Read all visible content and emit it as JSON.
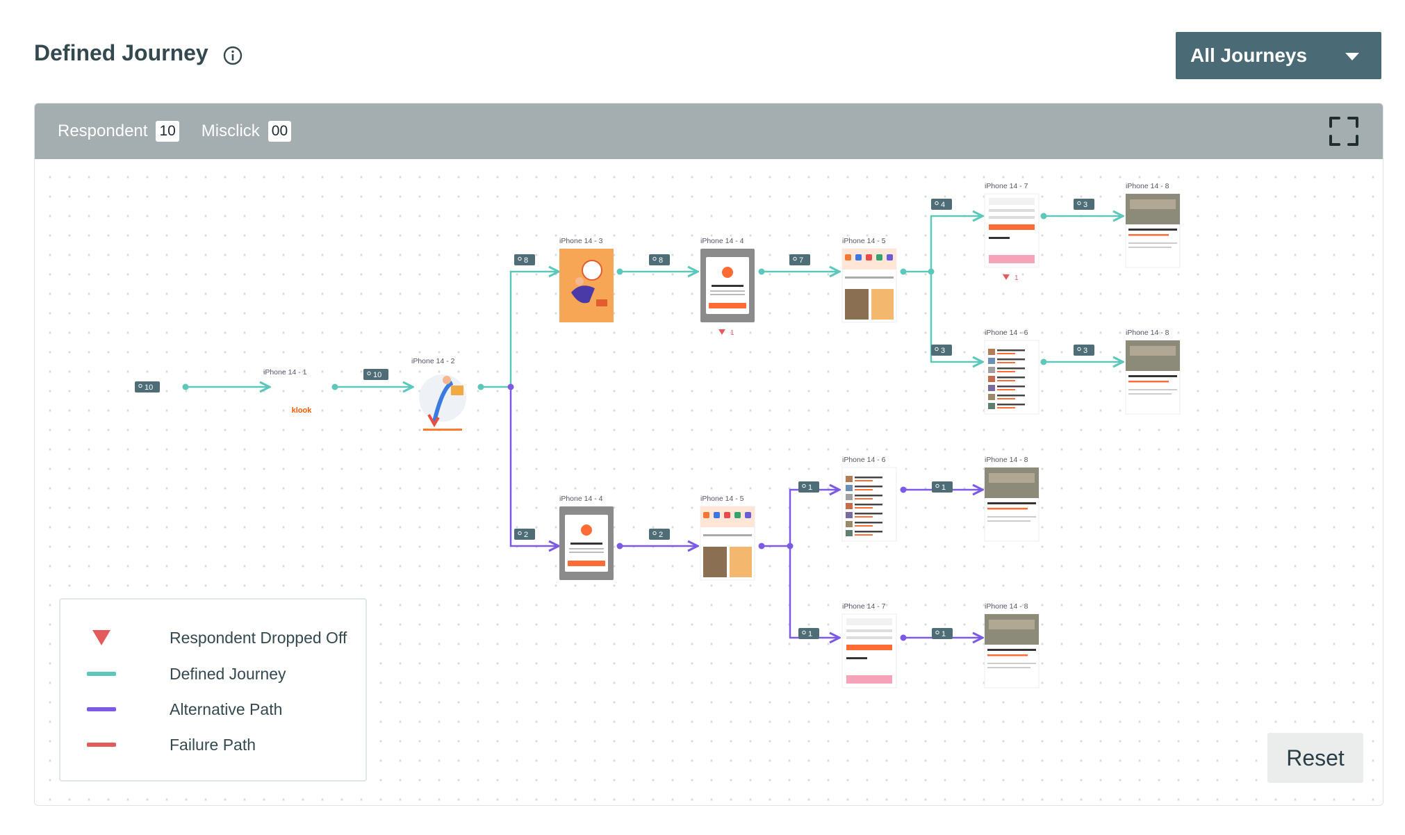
{
  "header": {
    "title": "Defined Journey",
    "filter_label": "All Journeys"
  },
  "stats": {
    "respondent_label": "Respondent",
    "respondent_count": "10",
    "misclick_label": "Misclick",
    "misclick_count": "00"
  },
  "legend": {
    "dropped_off": "Respondent Dropped Off",
    "defined_journey": "Defined Journey",
    "alternative_path": "Alternative Path",
    "failure_path": "Failure Path"
  },
  "reset_label": "Reset",
  "colors": {
    "defined": "#5cc8bb",
    "alternative": "#7d5ae6",
    "failure": "#e35b5b",
    "badge": "#4e6d77",
    "header_bar": "#a4adaf",
    "dropdown": "#4a6b75"
  },
  "nodes": [
    {
      "id": "n1",
      "label": "iPhone 14 - 1",
      "thumb": "klook"
    },
    {
      "id": "n2",
      "label": "iPhone 14 - 2",
      "thumb": "illustration"
    },
    {
      "id": "n3",
      "label": "iPhone 14 - 3",
      "thumb": "orange"
    },
    {
      "id": "n4",
      "label": "iPhone 14 - 4",
      "thumb": "dialog",
      "drop": "1"
    },
    {
      "id": "n5",
      "label": "iPhone 14 - 5",
      "thumb": "home"
    },
    {
      "id": "n7a",
      "label": "iPhone 14 - 7",
      "thumb": "form",
      "drop": "1"
    },
    {
      "id": "n8a",
      "label": "iPhone 14 - 8",
      "thumb": "photo"
    },
    {
      "id": "n6a",
      "label": "iPhone 14 - 6",
      "thumb": "list"
    },
    {
      "id": "n8b",
      "label": "iPhone 14 - 8",
      "thumb": "photo"
    },
    {
      "id": "n4b",
      "label": "iPhone 14 - 4",
      "thumb": "dialog"
    },
    {
      "id": "n5b",
      "label": "iPhone 14 - 5",
      "thumb": "home"
    },
    {
      "id": "n6b",
      "label": "iPhone 14 - 6",
      "thumb": "list"
    },
    {
      "id": "n8c",
      "label": "iPhone 14 - 8",
      "thumb": "photo"
    },
    {
      "id": "n7b",
      "label": "iPhone 14 - 7",
      "thumb": "form"
    },
    {
      "id": "n8d",
      "label": "iPhone 14 - 8",
      "thumb": "photo"
    }
  ],
  "edges": [
    {
      "count": "10",
      "kind": "defined"
    },
    {
      "count": "10",
      "kind": "defined"
    },
    {
      "count": "8",
      "kind": "defined"
    },
    {
      "count": "8",
      "kind": "defined"
    },
    {
      "count": "7",
      "kind": "defined"
    },
    {
      "count": "4",
      "kind": "defined"
    },
    {
      "count": "3",
      "kind": "defined"
    },
    {
      "count": "3",
      "kind": "defined"
    },
    {
      "count": "3",
      "kind": "defined"
    },
    {
      "count": "2",
      "kind": "alternative"
    },
    {
      "count": "2",
      "kind": "alternative"
    },
    {
      "count": "1",
      "kind": "alternative"
    },
    {
      "count": "1",
      "kind": "alternative"
    },
    {
      "count": "1",
      "kind": "alternative"
    },
    {
      "count": "1",
      "kind": "alternative"
    }
  ]
}
